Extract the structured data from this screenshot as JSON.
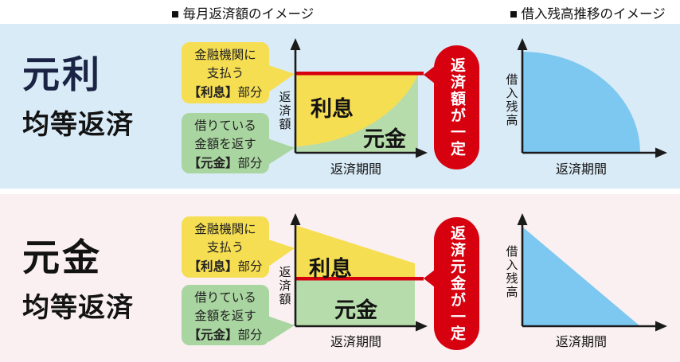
{
  "headers": {
    "monthly": "■ 毎月返済額のイメージ",
    "balance": "■ 借入残高推移のイメージ"
  },
  "colors": {
    "row1_background": "#D9EBF7",
    "row2_background": "#FAF0F2",
    "title_navy": "#1B2444",
    "interest_yellow": "#F6DE52",
    "principal_green_box": "#A9D5A0",
    "principal_green_area": "#B7DCAB",
    "balance_blue": "#7DC8F1",
    "constant_red": "#D7000F"
  },
  "rows": [
    {
      "title_main": "元利",
      "title_sub": "均等返済",
      "callouts": {
        "interest": {
          "line1": "金融機関に",
          "line2": "支払う",
          "bold": "【利息】",
          "rest": "部分"
        },
        "principal": {
          "line1": "借りている",
          "line2": "金額を返す",
          "bold": "【元金】",
          "rest": "部分"
        }
      },
      "payment_chart": {
        "y_label": "返済額",
        "x_label": "返済期間",
        "interest_area_label": "利息",
        "principal_area_label": "元金"
      },
      "badge": "返済額が一定",
      "balance_chart": {
        "y_label": "借入残高",
        "x_label": "返済期間"
      }
    },
    {
      "title_main": "元金",
      "title_sub": "均等返済",
      "callouts": {
        "interest": {
          "line1": "金融機関に",
          "line2": "支払う",
          "bold": "【利息】",
          "rest": "部分"
        },
        "principal": {
          "line1": "借りている",
          "line2": "金額を返す",
          "bold": "【元金】",
          "rest": "部分"
        }
      },
      "payment_chart": {
        "y_label": "返済額",
        "x_label": "返済期間",
        "interest_area_label": "利息",
        "principal_area_label": "元金"
      },
      "badge": "返済元金が一定",
      "balance_chart": {
        "y_label": "借入残高",
        "x_label": "返済期間"
      }
    }
  ]
}
